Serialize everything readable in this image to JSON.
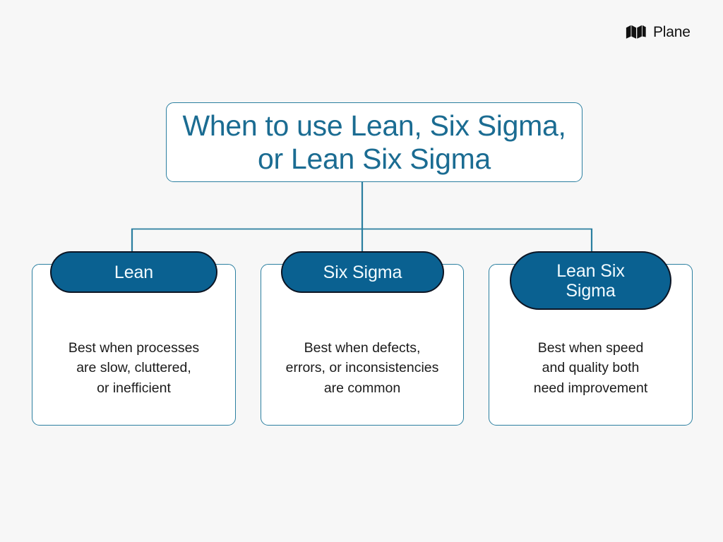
{
  "brand": {
    "name": "Plane",
    "mark_icon": "plane-logo-icon",
    "color": "#111111"
  },
  "colors": {
    "background": "#f7f7f7",
    "border_teal": "#2b7fa0",
    "title_text": "#1b6c92",
    "pill_fill": "#0a6191",
    "pill_border": "#0c1524",
    "pill_text": "#f2fbff",
    "body_text": "#1b1b1b",
    "connector": "#2b7fa0"
  },
  "diagram": {
    "title": "When to use Lean, Six\nSigma, or Lean Six Sigma",
    "branches": [
      {
        "label": "Lean",
        "body": "Best when processes\nare slow, cluttered,\nor inefficient"
      },
      {
        "label": "Six Sigma",
        "body": "Best when defects,\nerrors, or inconsistencies\nare common"
      },
      {
        "label": "Lean Six\nSigma",
        "body": "Best when speed\nand quality both\nneed improvement"
      }
    ]
  }
}
